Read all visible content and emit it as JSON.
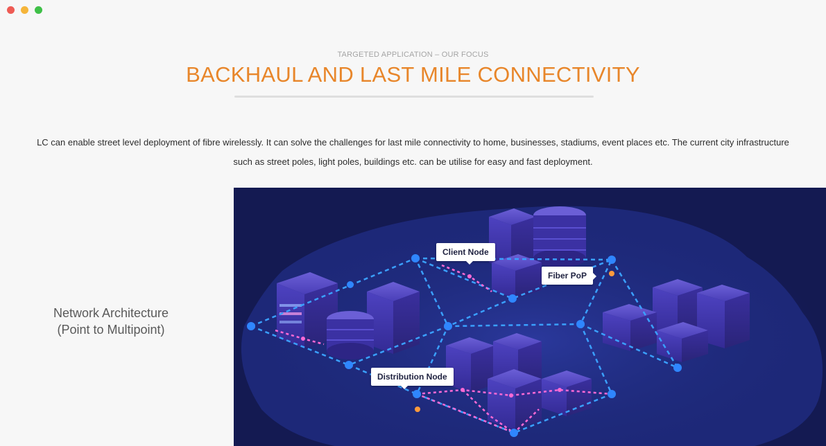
{
  "header": {
    "eyebrow": "TARGETED APPLICATION – OUR FOCUS",
    "title": "BACKHAUL AND LAST MILE CONNECTIVITY"
  },
  "intro": {
    "text": "LC can enable street level deployment of fibre wirelessly. It can solve the challenges for last mile connectivity to home, businesses, stadiums, event places etc. The current city infrastructure such as street poles, light poles, buildings etc. can be utilise for easy and fast deployment."
  },
  "architecture": {
    "label_line1": "Network Architecture",
    "label_line2": "(Point to Multipoint)"
  },
  "diagram": {
    "callouts": {
      "client_node": "Client Node",
      "fiber_pop": "Fiber PoP",
      "distribution_node": "Distribution Node"
    },
    "colors": {
      "background": "#141a52",
      "ground": "#1e2a7a",
      "link_blue": "#3aa0ff",
      "link_pink": "#ff6ad5",
      "node": "#2f86ff",
      "pop": "#ff9a3c"
    }
  },
  "colors": {
    "accent": "#e8862a",
    "text": "#2c2c2c",
    "muted": "#a4a4a4"
  }
}
